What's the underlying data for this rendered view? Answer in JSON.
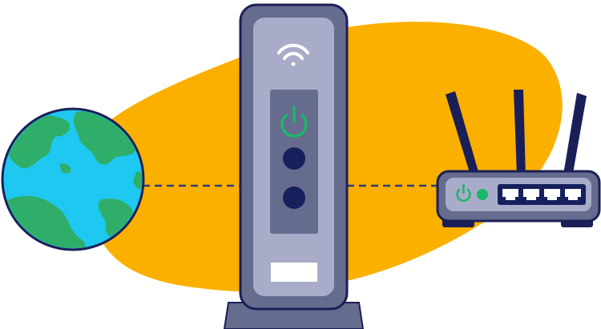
{
  "illustration": {
    "elements": [
      "globe",
      "modem",
      "router"
    ],
    "icons": {
      "globe": "earth-globe-icon",
      "modem": "cable-modem-icon",
      "router": "wifi-router-icon",
      "wifi": "wifi-signal-icon",
      "power": "power-icon"
    },
    "colors": {
      "background_blob": "#fbb000",
      "outline": "#1b1f57",
      "modem_body": "#656c8e",
      "modem_face": "#a8acc8",
      "modem_panel": "#656c8e",
      "ocean": "#1ec8f0",
      "land": "#2fae6a",
      "power_green": "#1bb76a",
      "indicator_dark": "#15205c",
      "router_body": "#656c8e",
      "router_face": "#a8acc8",
      "port": "#ffffff",
      "connection_line": "#2a3b86"
    },
    "modem": {
      "leds": 2,
      "has_power_icon": true,
      "has_wifi_icon": true,
      "has_label_plate": true
    },
    "router": {
      "antennas": 3,
      "ports": 4,
      "has_power_icon": true,
      "status_led": "on"
    },
    "connections": [
      "globe-to-modem",
      "modem-to-router"
    ],
    "connection_style": "dashed"
  }
}
